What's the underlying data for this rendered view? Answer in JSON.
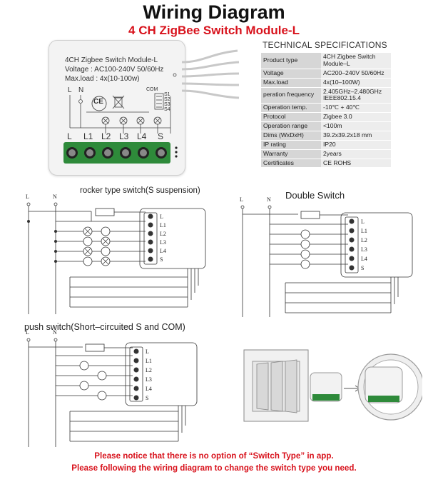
{
  "header": {
    "title": "Wiring Diagram",
    "subtitle": "4 CH ZigBee Switch Module-L"
  },
  "module": {
    "name": "4CH Zigbee Switch Module-L",
    "voltage": "Voltage : AC100-240V 50/60Hz",
    "max_load": "Max.load : 4x(10-100w)",
    "top_terminals": [
      "L",
      "N"
    ],
    "com_label": "COM",
    "switch_labels": [
      "S1",
      "S2",
      "S3",
      "S4"
    ],
    "ce_mark": "CE",
    "bottom_terminals": [
      "L",
      "L1",
      "L2",
      "L3",
      "L4",
      "S"
    ]
  },
  "specs": {
    "title": "TECHNICAL SPECIFICATIONS",
    "rows": [
      {
        "key": "Product type",
        "value": "4CH Zigbee Switch Module–L"
      },
      {
        "key": "Voltage",
        "value": "AC200–240V 50/60Hz"
      },
      {
        "key": "Max.load",
        "value": "4x(10–100W)"
      },
      {
        "key": "peration frequency",
        "value": "2.405GHz–2.480GHz IEEE802.15.4"
      },
      {
        "key": "Operation temp.",
        "value": "-10℃ + 40℃"
      },
      {
        "key": "Protocol",
        "value": "Zigbee  3.0"
      },
      {
        "key": "Operation range",
        "value": "<100m"
      },
      {
        "key": "Dims (WxDxH)",
        "value": "39.2x39.2x18 mm"
      },
      {
        "key": "IP rating",
        "value": "IP20"
      },
      {
        "key": "Warranty",
        "value": "2years"
      },
      {
        "key": "Certificates",
        "value": "CE ROHS"
      }
    ]
  },
  "diagrams": {
    "rocker_title": "rocker type switch(S suspension)",
    "double_title": "Double Switch",
    "push_title": "push switch(Short–circuited S and COM)",
    "line_labels": [
      "L",
      "N"
    ],
    "terminal_labels": [
      "L",
      "L1",
      "L2",
      "L3",
      "L4",
      "S"
    ]
  },
  "notice": {
    "line1": "Please notice that there is no option of “Switch Type” in app.",
    "line2": "Please following the wiring diagram to change the switch type you need."
  }
}
